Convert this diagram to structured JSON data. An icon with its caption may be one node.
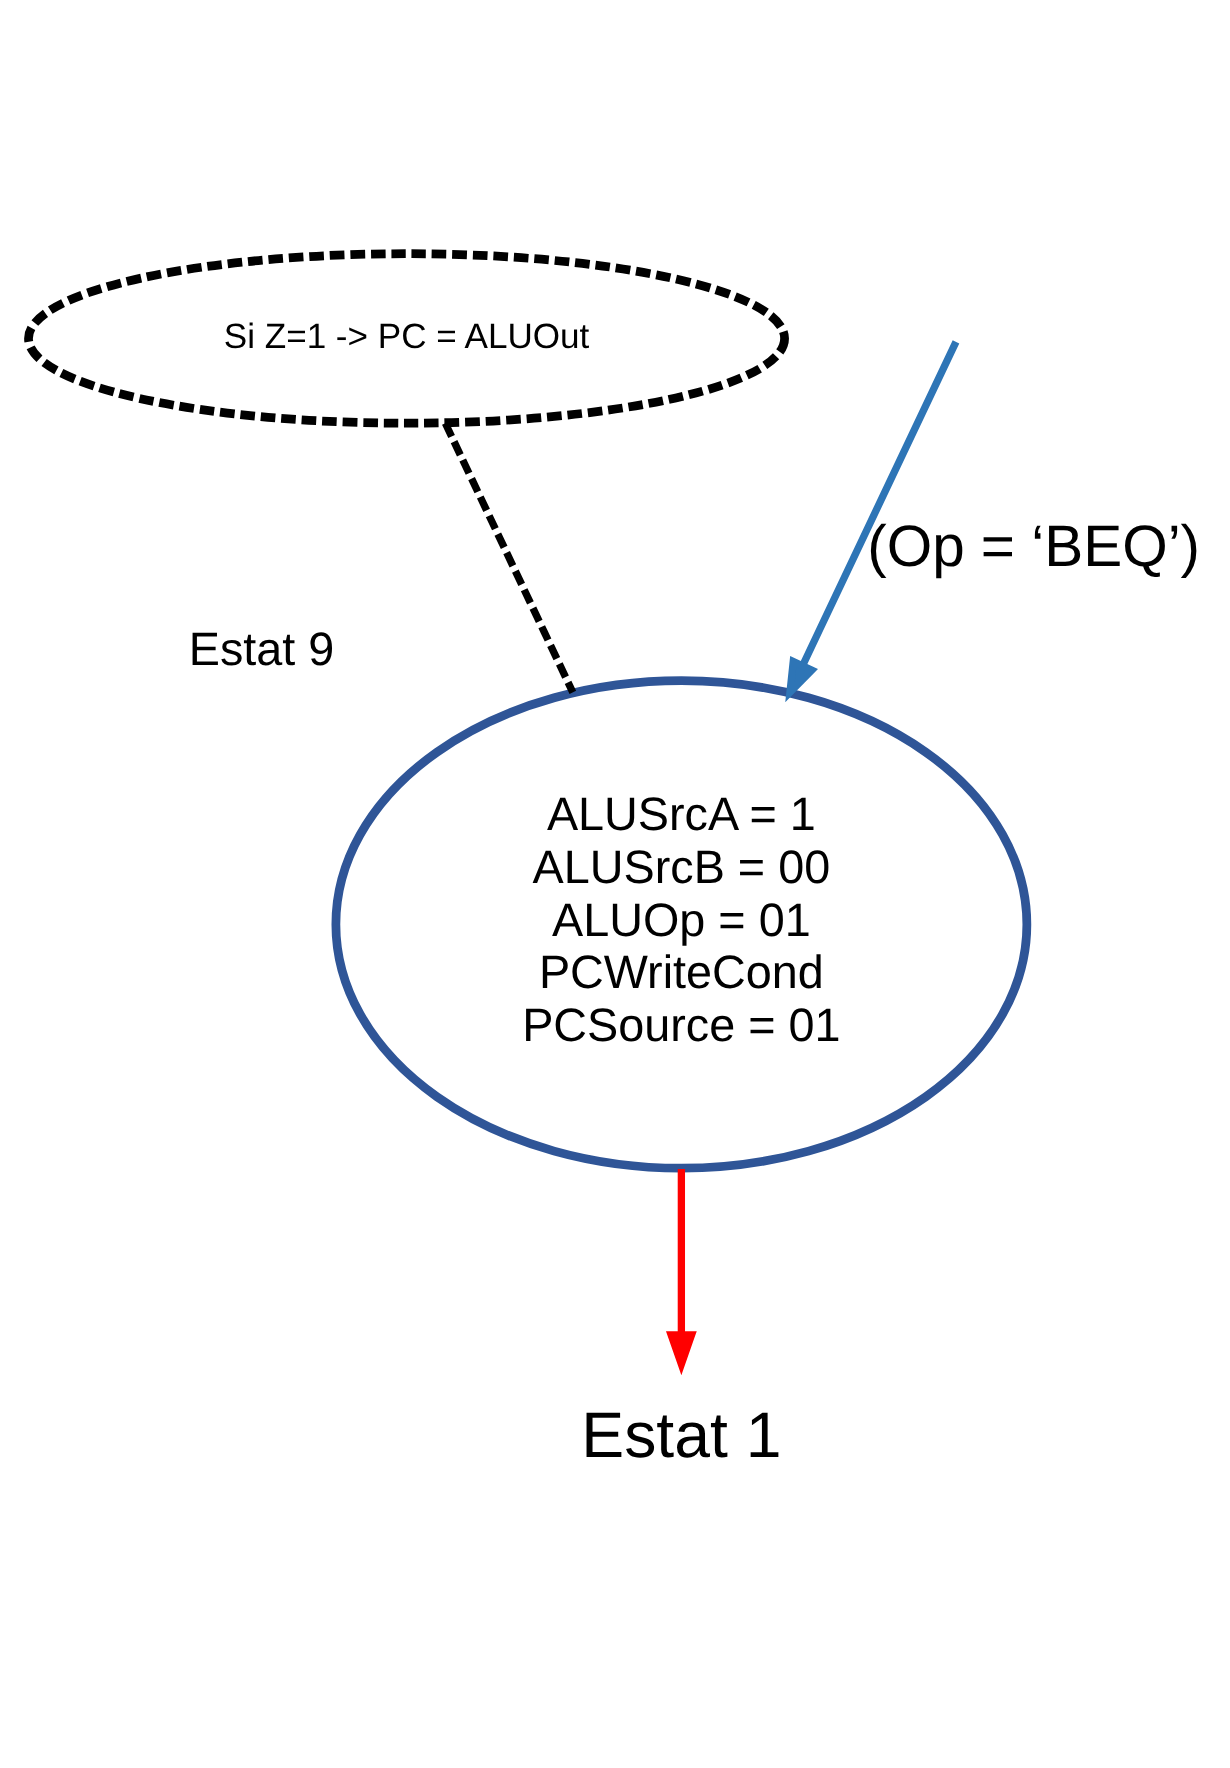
{
  "diagram": {
    "nodes": [
      {
        "text": [
          "Estat 9",
          "ALUSrcA = 1",
          "ALUSrcB = 00",
          "ALUOp = 01",
          "PCWriteCond",
          "PCSource = 01"
        ]
      },
      {
        "text": [
          "Estat 1"
        ]
      },
      {
        "text": [
          "Si Z=1 -> PC = ALUOut"
        ]
      }
    ],
    "edges": [
      {
        "from": null,
        "to": 0,
        "arrow": "to",
        "label": "(Op = ‘BEQ’)",
        "color": "#2e75b6"
      },
      {
        "from": 0,
        "to": 1,
        "arrow": "to",
        "color": "#ff0000"
      },
      {
        "from": 2,
        "to": 0,
        "arrow": "none",
        "style": "dashed",
        "color": "#000000"
      }
    ]
  }
}
